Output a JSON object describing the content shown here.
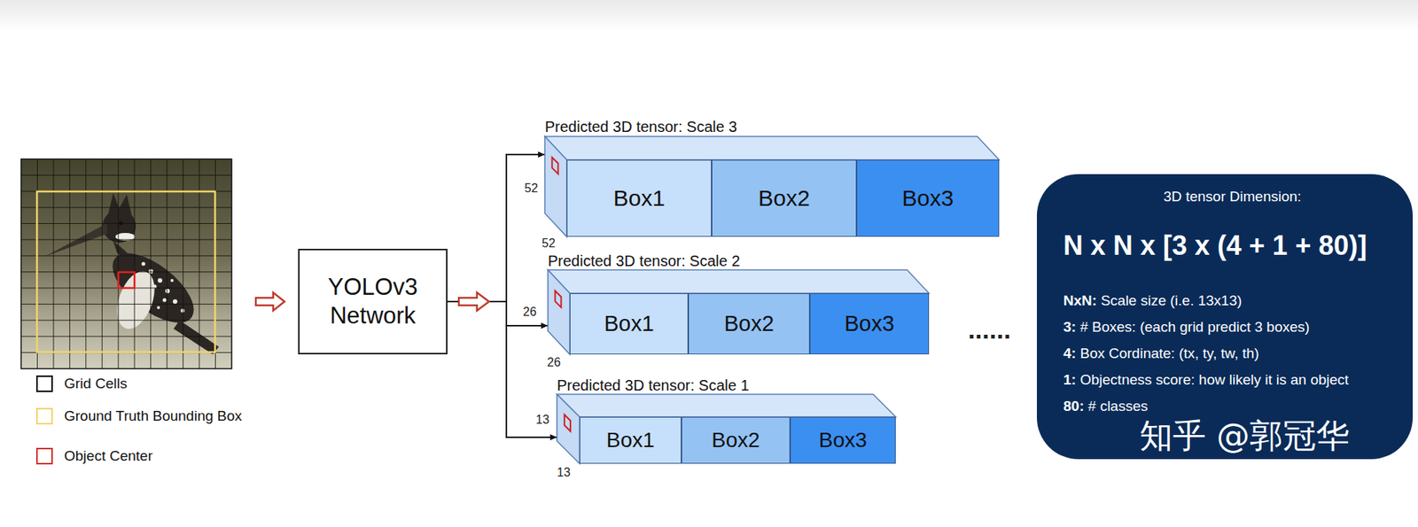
{
  "diagram": {
    "nodes": [
      {
        "text": [
          "YOLOv3 Network"
        ]
      },
      {
        "text": [
          "Predicted 3D tensor: Scale 3"
        ]
      },
      {
        "text": [
          "Box1"
        ],
        "in": 1
      },
      {
        "text": [
          "Box2"
        ],
        "in": 1
      },
      {
        "text": [
          "Box3"
        ],
        "in": 1
      },
      {
        "text": [
          "Predicted 3D tensor: Scale 2"
        ]
      },
      {
        "text": [
          "Box1"
        ],
        "in": 5
      },
      {
        "text": [
          "Box2"
        ],
        "in": 5
      },
      {
        "text": [
          "Box3"
        ],
        "in": 5
      },
      {
        "text": [
          "Predicted 3D tensor: Scale 1"
        ]
      },
      {
        "text": [
          "Box1"
        ],
        "in": 9
      },
      {
        "text": [
          "Box2"
        ],
        "in": 9
      },
      {
        "text": [
          "Box3"
        ],
        "in": 9
      },
      {
        "text": [
          "3D tensor Dimension:",
          "N x N x [3 x (4 + 1 + 80)]",
          "NxN:",
          "Scale size (i.e. 13x13)",
          "3:",
          "# Boxes: (each grid predict 3 boxes)",
          "4:",
          "Box Cordinate: (tx, ty, tw, th)",
          "1:",
          "Objectness score: how likely it is an object",
          "80:",
          "# classes"
        ]
      }
    ],
    "edges": [
      {
        "from": 0,
        "to": 1,
        "arrow": "to"
      },
      {
        "from": 0,
        "to": 5,
        "arrow": "to"
      },
      {
        "from": 0,
        "to": 9,
        "arrow": "to"
      }
    ],
    "labels": [
      "52",
      "52",
      "26",
      "26",
      "13",
      "13",
      "......",
      "知乎 @郭冠华"
    ],
    "legend": [
      {
        "text": "Grid Cells",
        "color": "#000000"
      },
      {
        "text": "Ground Truth Bounding Box",
        "color": "#f2d46a"
      },
      {
        "text": "Object Center",
        "color": "#d0312d"
      }
    ]
  }
}
